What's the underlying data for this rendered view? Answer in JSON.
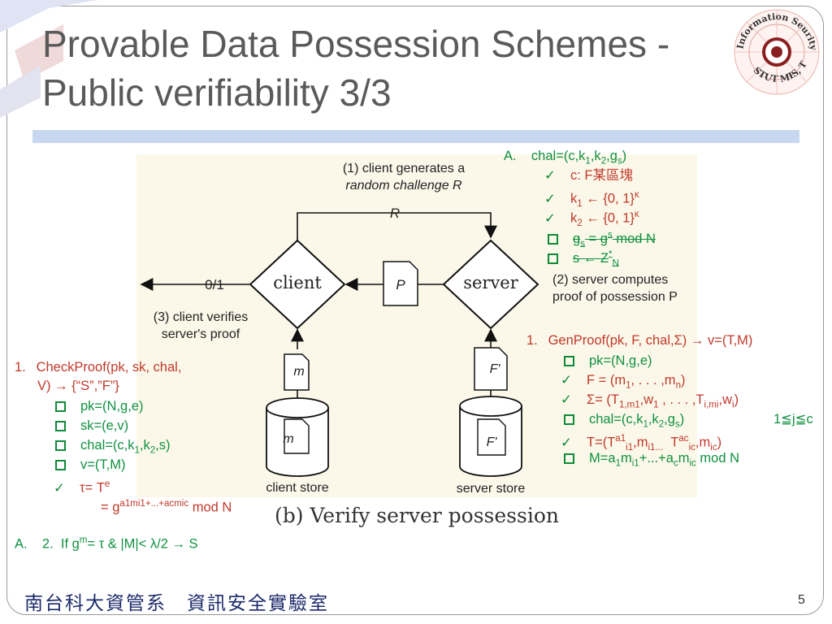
{
  "slide": {
    "title_line1": "Provable Data Possession Schemes -",
    "title_line2": "Public verifiability 3/3",
    "page_number": "5",
    "footer": "南台科大資管系　資訊安全實驗室",
    "logo_text": "Information Seurity Lab. STUT MIS, Taiwan"
  },
  "figure": {
    "caption": "(b) Verify server possession",
    "step1_line1": "(1) client generates a",
    "step1_line2": "random challenge R",
    "arrow_R": "R",
    "client": "client",
    "server": "server",
    "output": "0/1",
    "step3_line1": "(3) client verifies",
    "step3_line2": "server's proof",
    "step2_line1": "(2) server computes",
    "step2_line2": "proof of possession P",
    "proof_P": "P",
    "doc_m": "m",
    "doc_F": "F'",
    "client_store": "client store",
    "server_store": "server store"
  },
  "chal_block": {
    "heading": "A.  chal=(c,k1,k2,gs)",
    "items": [
      {
        "mark": "check",
        "text": "c: F某區塊"
      },
      {
        "mark": "check",
        "text": "k1 ← {0, 1}κ"
      },
      {
        "mark": "check",
        "text": "k2 ← {0, 1}κ"
      },
      {
        "mark": "square",
        "text": "gs = gs mod N"
      },
      {
        "mark": "square",
        "text": "s ← Z*N"
      }
    ]
  },
  "genproof_block": {
    "heading": "1.  GenProof(pk, F, chal,Σ) → v=(T,M)",
    "items": [
      {
        "mark": "square",
        "text": "pk=(N,g,e)"
      },
      {
        "mark": "check",
        "text": "F = (m1, . . . ,mn)"
      },
      {
        "mark": "check",
        "text": "Σ= (T1,m1,w1 , . . . ,Ti,mi,wi)"
      },
      {
        "mark": "square",
        "text": "chal=(c,k1,k2,gs)"
      },
      {
        "mark": "check",
        "text": "T=(Ta1i1,mi1... Tacic,mic)"
      },
      {
        "mark": "square",
        "text": "M=a1mi1+...+acmic mod N"
      }
    ],
    "range_note": "1≦j≦c"
  },
  "checkproof_block": {
    "heading_line1": "1.  CheckProof(pk, sk, chal,",
    "heading_line2": "V) → {“S”,”F”}",
    "items": [
      {
        "mark": "square",
        "text": "pk=(N,g,e)"
      },
      {
        "mark": "square",
        "text": "sk=(e,v)"
      },
      {
        "mark": "square",
        "text": "chal=(c,k1,k2,s)"
      },
      {
        "mark": "square",
        "text": "v=(T,M)"
      },
      {
        "mark": "check",
        "text": "τ= Te"
      }
    ],
    "tau_eq": "= ga1mi1+...+acmic mod N"
  },
  "final_line": "A.  2. If gm= τ & |M|< λ/2 → S"
}
